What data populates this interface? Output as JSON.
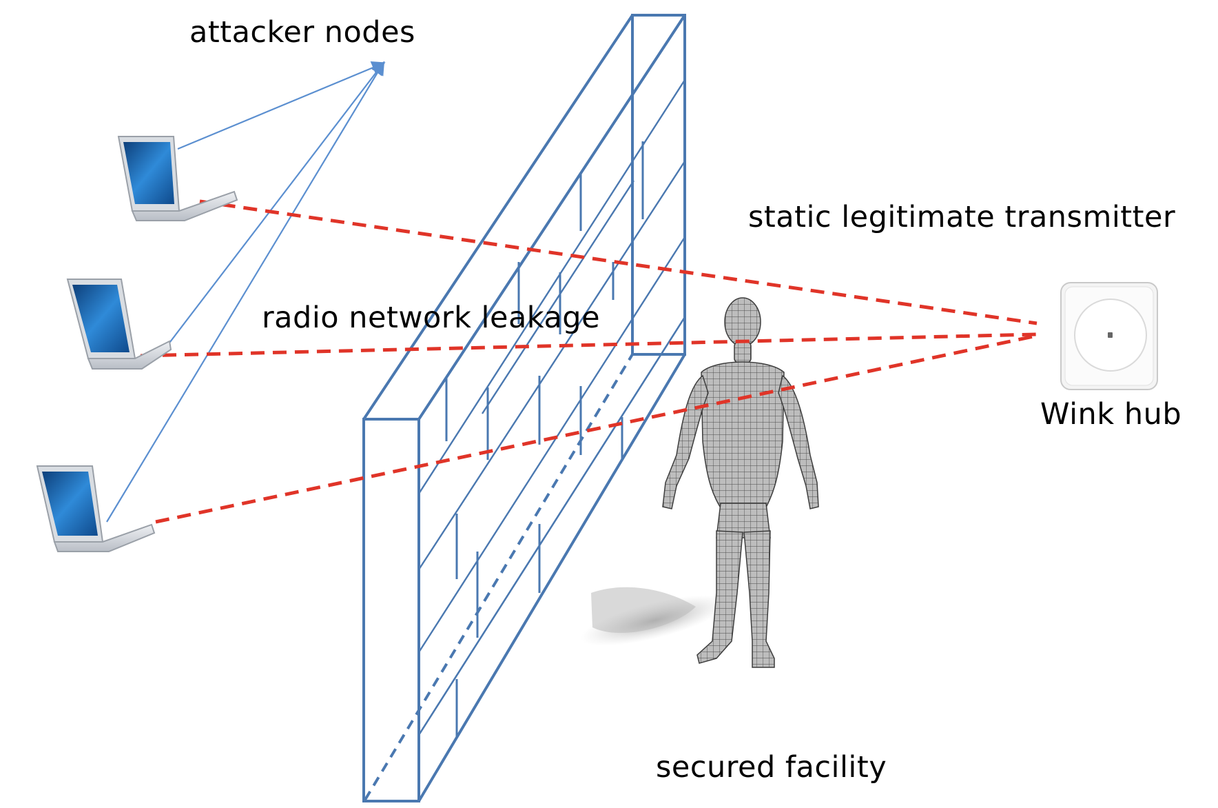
{
  "labels": {
    "attacker_nodes": "attacker nodes",
    "radio_leakage": "radio network leakage",
    "static_transmitter": "static legitimate transmitter",
    "wink_hub": "Wink hub",
    "secured_facility": "secured facility"
  },
  "colors": {
    "wall": "#4a78b0",
    "attack_link": "#5b8fd0",
    "leak_dashes": "#e03428",
    "laptop_screen": "#1e6fb8",
    "laptop_body": "#c8ccd2",
    "person_mesh": "#6b6b6b",
    "hub": "#f4f4f4"
  },
  "icons": {
    "laptop": "laptop-icon",
    "person": "human-mesh-figure",
    "hub": "wink-hub-device"
  }
}
